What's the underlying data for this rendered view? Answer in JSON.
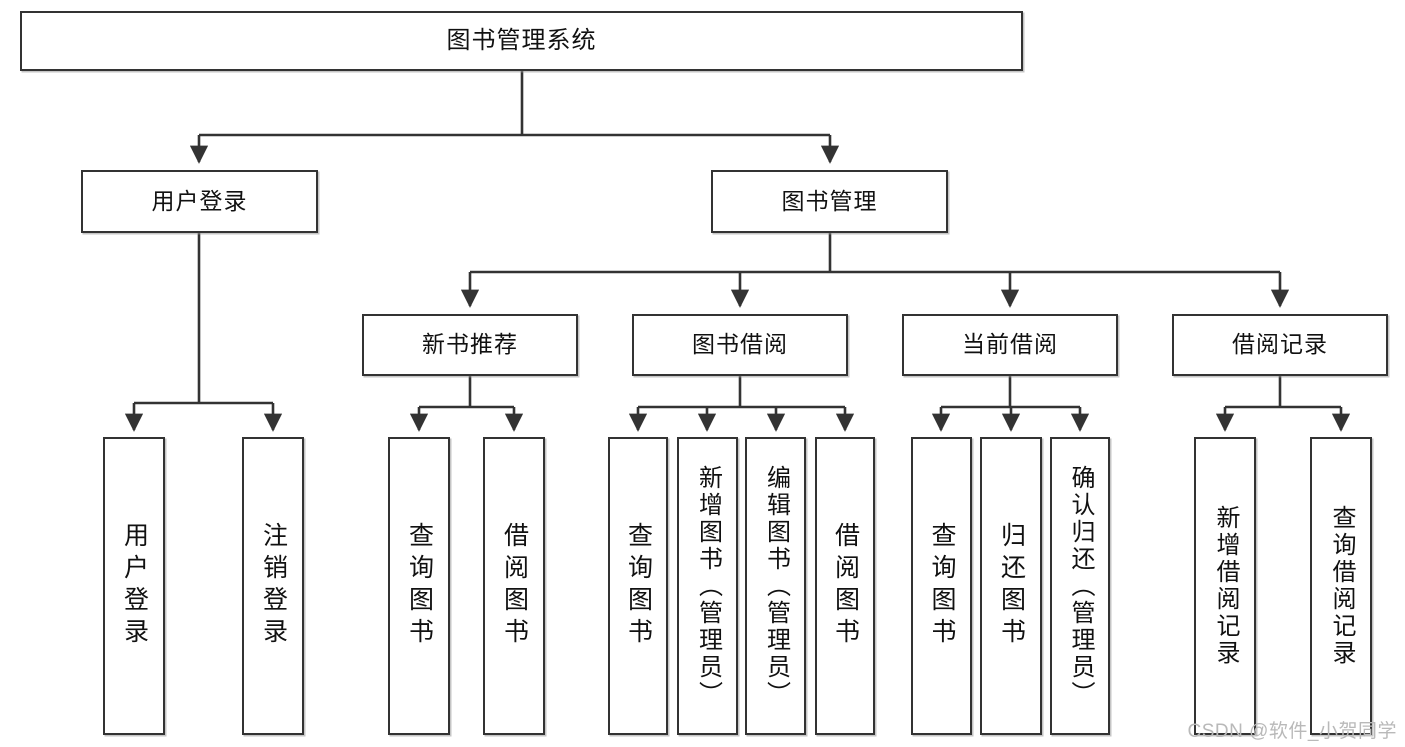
{
  "diagram": {
    "title": "图书管理系统",
    "type": "tree",
    "colors": {
      "box_border": "#333333",
      "box_fill": "#ffffff",
      "edge": "#333333",
      "text": "#111111",
      "watermark": "#b9b9b9"
    },
    "nodes": {
      "root": {
        "label": "图书管理系统"
      },
      "level2": [
        {
          "id": "user-login",
          "label": "用户登录"
        },
        {
          "id": "book-manage",
          "label": "图书管理"
        }
      ],
      "level3": [
        {
          "id": "new-book-recommend",
          "label": "新书推荐"
        },
        {
          "id": "book-borrow",
          "label": "图书借阅"
        },
        {
          "id": "current-borrow",
          "label": "当前借阅"
        },
        {
          "id": "borrow-record",
          "label": "借阅记录"
        }
      ],
      "leaves": [
        {
          "id": "leaf-user-login",
          "label": "用户登录",
          "parent": "user-login"
        },
        {
          "id": "leaf-logout",
          "label": "注销登录",
          "parent": "user-login"
        },
        {
          "id": "leaf-query-book-1",
          "label": "查询图书",
          "parent": "new-book-recommend"
        },
        {
          "id": "leaf-borrow-book-1",
          "label": "借阅图书",
          "parent": "new-book-recommend"
        },
        {
          "id": "leaf-query-book-2",
          "label": "查询图书",
          "parent": "book-borrow"
        },
        {
          "id": "leaf-add-book",
          "label": "新增图书（管理员）",
          "parent": "book-borrow"
        },
        {
          "id": "leaf-edit-book",
          "label": "编辑图书（管理员）",
          "parent": "book-borrow"
        },
        {
          "id": "leaf-borrow-book-2",
          "label": "借阅图书",
          "parent": "book-borrow"
        },
        {
          "id": "leaf-query-book-3",
          "label": "查询图书",
          "parent": "current-borrow"
        },
        {
          "id": "leaf-return-book",
          "label": "归还图书",
          "parent": "current-borrow"
        },
        {
          "id": "leaf-confirm-return",
          "label": "确认归还（管理员）",
          "parent": "current-borrow"
        },
        {
          "id": "leaf-add-record",
          "label": "新增借阅记录",
          "parent": "borrow-record"
        },
        {
          "id": "leaf-query-record",
          "label": "查询借阅记录",
          "parent": "borrow-record"
        }
      ]
    }
  },
  "watermark": {
    "text": "CSDN @软件_小贺同学"
  }
}
